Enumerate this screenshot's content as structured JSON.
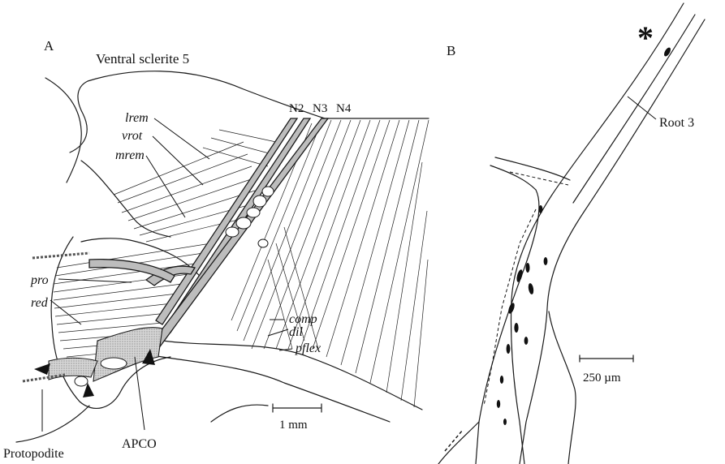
{
  "panel_a": {
    "letter": "A",
    "title_label": "Ventral sclerite 5",
    "nerve_labels": [
      "N2",
      "N3",
      "N4"
    ],
    "muscle_labels": [
      "lrem",
      "vrot",
      "mrem",
      "pro",
      "red",
      "comp",
      "dil",
      "pflex"
    ],
    "bottom_labels": [
      "Protopodite",
      "APCO"
    ],
    "scale_label": "1 mm"
  },
  "panel_b": {
    "letter": "B",
    "asterisk": "*",
    "root_label": "Root 3",
    "scale_label": "250 µm"
  }
}
